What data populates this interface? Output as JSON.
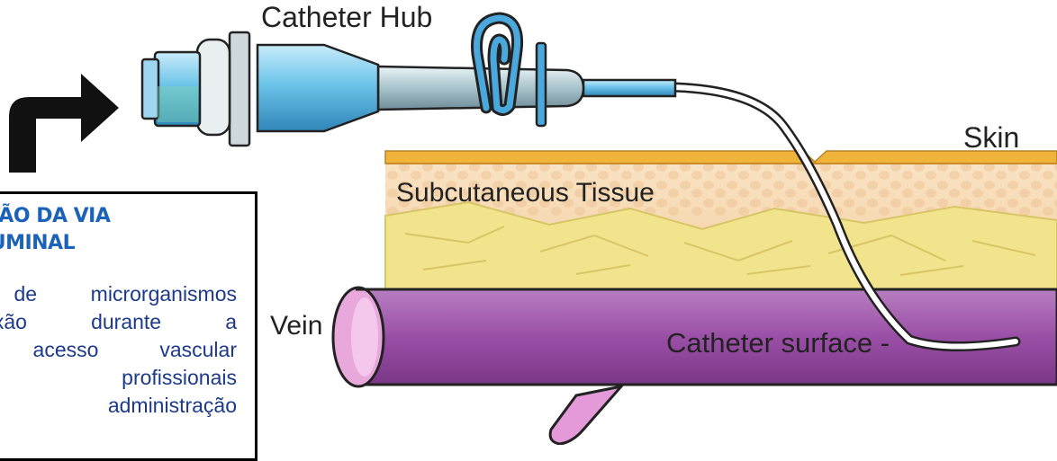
{
  "labels": {
    "catheter_hub": "Catheter Hub",
    "skin": "Skin",
    "subcutaneous_tissue": "Subcutaneous Tissue",
    "vein": "Vein",
    "catheter_surface": "Catheter surface -"
  },
  "textbox": {
    "title_lines": [
      "IZAÇÃO DA VIA",
      "RALUMINAL"
    ],
    "body_lines": [
      "o de microrganismos",
      "conexão durante a",
      "do acesso vascular",
      "dos profissionais",
      "ngue administração"
    ]
  },
  "colors": {
    "skin": "#f0b43a",
    "subcutaneous": "#f6d9b0",
    "fat": "#f0e48a",
    "vein": "#9a4fa6",
    "hub": "#6ec3e8",
    "title": "#1b63b8",
    "body_text": "#1d3a8a"
  }
}
